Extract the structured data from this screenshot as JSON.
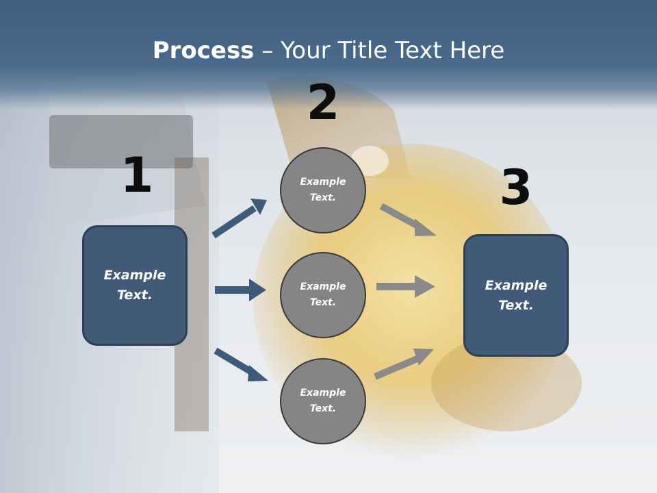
{
  "slide": {
    "title_bold": "Process",
    "title_rest": " – Your Title Text Here",
    "steps": [
      {
        "number": "1",
        "box_text": "Example\nText."
      },
      {
        "number": "2",
        "circles": [
          "Example\nText.",
          "Example\nText.",
          "Example\nText."
        ]
      },
      {
        "number": "3",
        "box_text": "Example\nText."
      }
    ]
  },
  "colors": {
    "header": "#4a6a8b",
    "box_fill": "#405a78",
    "circle_fill": "#858585",
    "left_arrows": "#3e5a7a",
    "right_arrows": "#8a8a8a"
  }
}
